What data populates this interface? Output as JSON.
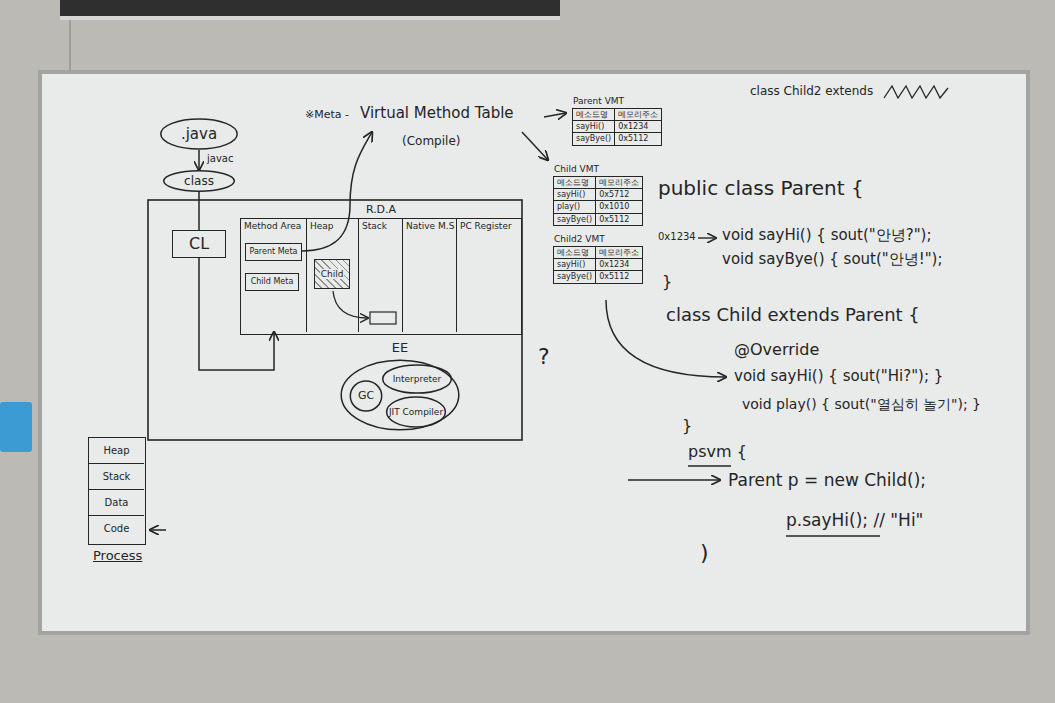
{
  "diagram": {
    "nodes": [
      {
        "text": [
          ".java"
        ]
      },
      {
        "text": [
          "class"
        ]
      },
      {
        "text": [
          "CL"
        ]
      },
      {
        "text": [
          "R.D.A"
        ]
      },
      {
        "text": [
          "Method Area"
        ],
        "in": 3
      },
      {
        "text": [
          "Parent Meta"
        ],
        "in": 4
      },
      {
        "text": [
          "Child Meta"
        ],
        "in": 4
      },
      {
        "text": [
          "Heap"
        ],
        "in": 3
      },
      {
        "text": [
          "Child"
        ],
        "in": 7
      },
      {
        "text": [
          "Stack"
        ],
        "in": 3
      },
      {
        "text": [
          "Native M.S"
        ],
        "in": 3
      },
      {
        "text": [
          "PC Register"
        ],
        "in": 3
      },
      {
        "text": [
          "EE"
        ]
      },
      {
        "text": [
          "GC"
        ],
        "in": 12
      },
      {
        "text": [
          "Interpreter"
        ],
        "in": 12
      },
      {
        "text": [
          "JIT Compiler"
        ],
        "in": 12
      },
      {
        "text": [
          "Process"
        ]
      },
      {
        "text": [
          "Heap"
        ],
        "in": 16
      },
      {
        "text": [
          "Stack"
        ],
        "in": 16
      },
      {
        "text": [
          "Data"
        ],
        "in": 16
      },
      {
        "text": [
          "Code"
        ],
        "in": 16
      },
      {
        "text": [
          "Parent VMT",
          "메소드명",
          "메모리주소",
          "sayHi()",
          "0x1234",
          "sayBye()",
          "0x5112"
        ]
      },
      {
        "text": [
          "Child VMT",
          "메소드명",
          "메모리주소",
          "sayHi()",
          "0x5712",
          "play()",
          "0x1010",
          "sayBye()",
          "0x5112"
        ]
      },
      {
        "text": [
          "Child2 VMT",
          "메소드명",
          "메모리주소",
          "sayHi()",
          "0x1234",
          "sayBye()",
          "0x5112"
        ]
      }
    ],
    "edges": [
      {
        "from": 0,
        "to": 1,
        "label": "javac",
        "arrow": "to"
      },
      {
        "from": 1,
        "to": 2,
        "arrow": "none"
      },
      {
        "from": 2,
        "to": 4,
        "arrow": "to"
      }
    ],
    "labels": [
      "class Child2 extends",
      "※Meta -",
      "Virtual Method Table",
      "(Compile)",
      "public class Parent {",
      "0x1234",
      "void sayHi() { sout(\"안녕?\");",
      "void sayBye() { sout(\"안녕!\");",
      "}",
      "class Child extends Parent {",
      "@Override",
      "void sayHi() { sout(\"Hi?\"); }",
      "void play() { sout(\"열심히 놀기\"); }",
      "}",
      "psvm {",
      "Parent p = new Child();",
      "p.sayHi(); // \"Hi\"",
      ")",
      "?"
    ]
  }
}
